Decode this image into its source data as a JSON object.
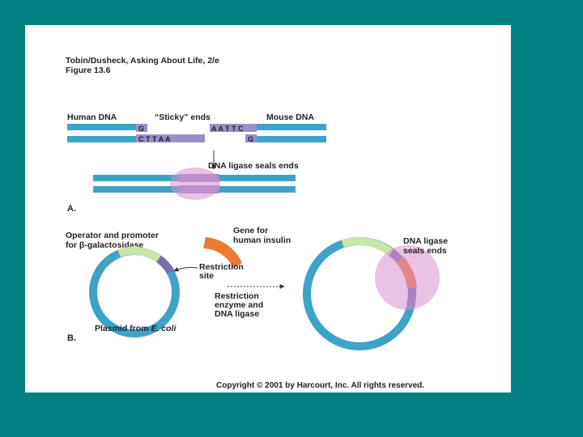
{
  "header": {
    "line1": "Tobin/Dusheck, Asking About Life, 2/e",
    "line2": "Figure 13.6"
  },
  "panel_a": {
    "human_dna": "Human DNA",
    "sticky_ends": "“Sticky” ends",
    "mouse_dna": "Mouse DNA",
    "top_left_base": "G",
    "top_right_bases": "A A T T C",
    "bottom_left_bases": "C T T A A",
    "bottom_right_base": "G",
    "ligase_note": "DNA ligase seals ends",
    "panel_label": "A."
  },
  "panel_b": {
    "operator_line1": "Operator and promoter",
    "operator_line2": "for β-galactosidase",
    "gene_line1": "Gene for",
    "gene_line2": "human insulin",
    "restriction_line1": "Restriction",
    "restriction_line2": "site",
    "enzyme_line1": "Restriction",
    "enzyme_line2": "enzyme and",
    "enzyme_line3": "DNA ligase",
    "ligase_line1": "DNA ligase",
    "ligase_line2": "seals ends",
    "plasmid_prefix": "Plasmid from ",
    "plasmid_species": "E. coli",
    "panel_label": "B."
  },
  "footer": {
    "copyright": "Copyright © 2001 by Harcourt, Inc. All rights reserved."
  },
  "colors": {
    "background": "#008080",
    "dna_strand": "#3fa3c8",
    "sticky_box": "#9b8fc9",
    "ligase_overlay": "#d78fd0",
    "operator_green": "#c8e6a8",
    "insulin_orange": "#f07a35",
    "restriction_purple": "#7b6fb3"
  }
}
